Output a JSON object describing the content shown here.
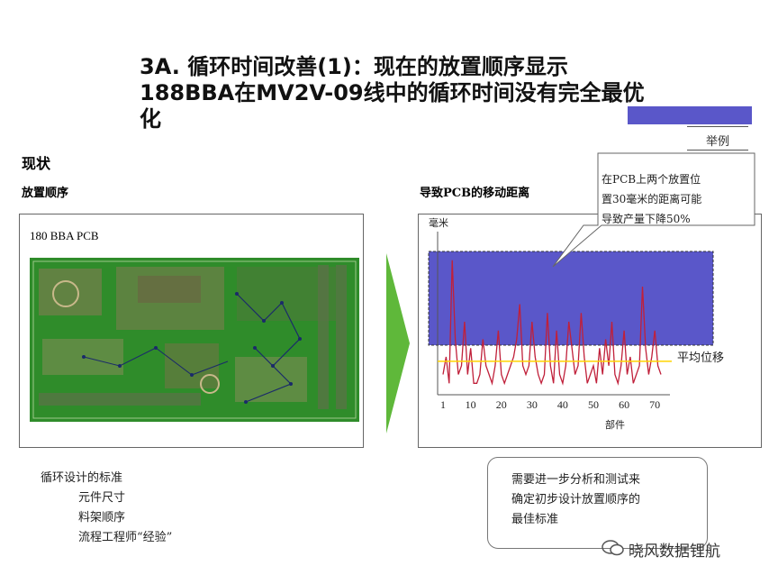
{
  "title": {
    "line1": "3A. 循环时间改善(1)：现在的放置顺序显示",
    "line2": "188BBA在MV2V-09线中的循环时间没有完全最优",
    "line3": "化"
  },
  "tag": "举例",
  "section_status": "现状",
  "left_panel": {
    "heading": "放置顺序",
    "pcb_label": "180 BBA PCB"
  },
  "right_panel": {
    "heading": "导致PCB的移动距离",
    "ylabel": "毫米",
    "xlabel": "部件",
    "avg_label": "平均位移"
  },
  "callout": [
    "在PCB上两个放置位",
    "置30毫米的距离可能",
    "导致产量下降50%"
  ],
  "criteria": {
    "heading": "循环设计的标准",
    "items": [
      "元件尺寸",
      "料架顺序",
      "流程工程师“经验”"
    ]
  },
  "note_box": [
    "需要进一步分析和测试来",
    "确定初步设计放置顺序的",
    "最佳标准"
  ],
  "watermark": "晓风数据锂航",
  "colors": {
    "band": "#5a57c9",
    "line": "#c0203a",
    "avg": "#ffd400",
    "arrow": "#5fb83a",
    "pcb": "#2f8c2a"
  },
  "chart_data": {
    "type": "line",
    "x_ticks": [
      1,
      10,
      20,
      30,
      40,
      50,
      60,
      70
    ],
    "xlabel": "部件",
    "ylabel": "毫米",
    "series": [
      {
        "values": [
          2,
          4,
          1,
          15,
          6,
          2,
          3,
          8,
          2,
          5,
          1,
          1,
          2,
          6,
          3,
          2,
          1,
          3,
          7,
          2,
          1,
          2,
          3,
          4,
          6,
          10,
          3,
          2,
          3,
          8,
          4,
          2,
          1,
          2,
          9,
          3,
          1,
          7,
          2,
          1,
          3,
          8,
          5,
          2,
          3,
          9,
          4,
          1,
          2,
          3,
          1,
          5,
          2,
          6,
          3,
          8,
          2,
          1,
          3,
          7,
          2,
          4,
          1,
          2,
          3,
          12,
          5,
          2,
          4,
          7,
          3,
          2
        ]
      }
    ],
    "band_range": [
      5.5,
      13
    ],
    "average": 3.5,
    "ylim": [
      0,
      16
    ]
  }
}
